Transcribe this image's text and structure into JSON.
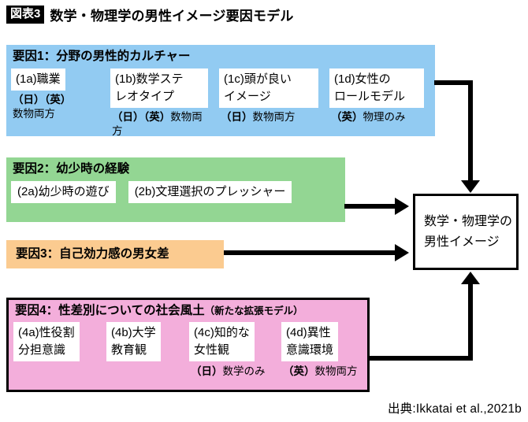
{
  "title": {
    "badge": "図表3",
    "text": "数学・物理学の男性イメージ要因モデル"
  },
  "factor1": {
    "header": "要因1：分野の男性的カルチャー",
    "items": [
      {
        "label": "(1a)職業",
        "note": "（日）（英）\n数物両方"
      },
      {
        "label": "(1b)数学ステ\nレオタイプ",
        "note": "（日）（英）数物両方"
      },
      {
        "label": "(1c)頭が良い\nイメージ",
        "note": "（日）数物両方"
      },
      {
        "label": "(1d)女性の\nロールモデル",
        "note": "（英）物理のみ"
      }
    ]
  },
  "factor2": {
    "header": "要因2：幼少時の経験",
    "items": [
      {
        "label": "(2a)幼少時の遊び"
      },
      {
        "label": "(2b)文理選択のプレッシャー"
      }
    ]
  },
  "factor3": {
    "header": "要因3：自己効力感の男女差"
  },
  "factor4": {
    "header": "要因4：性差別についての社会風土",
    "header_suffix": "（新たな拡張モデル）",
    "items": [
      {
        "label": "(4a)性役割\n分担意識",
        "note": ""
      },
      {
        "label": "(4b)大学\n教育観",
        "note": ""
      },
      {
        "label": "(4c)知的な\n女性観",
        "note": "（日）数学のみ"
      },
      {
        "label": "(4d)異性\n意識環境",
        "note": "（英）数物両方"
      }
    ]
  },
  "outcome": {
    "label": "数学・物理学の\n男性イメージ"
  },
  "source": "出典:Ikkatai et al.,2021b",
  "colors": {
    "factor1_bg": "#92cbf2",
    "factor2_bg": "#93d693",
    "factor3_bg": "#fbcb90",
    "factor4_bg": "#f3aedb",
    "arrow": "#000000"
  }
}
